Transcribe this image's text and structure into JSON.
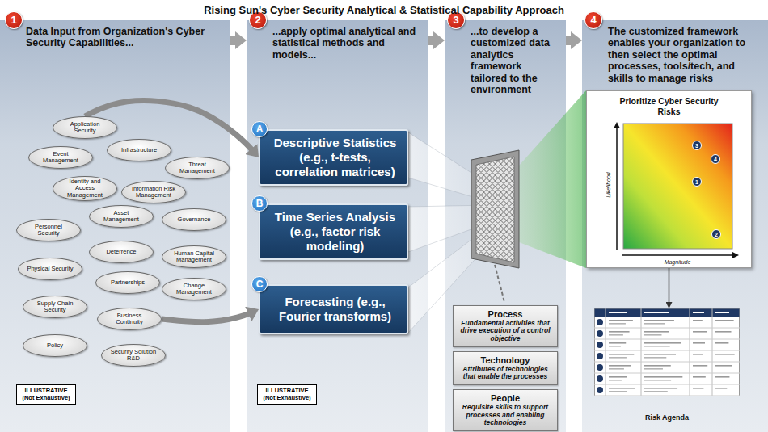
{
  "diagram": {
    "title": "Rising Sun's Cyber Security Analytical & Statistical Capability Approach",
    "nodes": [
      {
        "text": [
          "Data Input from Organization's Cyber Security Capabilities..."
        ]
      },
      {
        "text": [
          "Application Security"
        ],
        "in": 0
      },
      {
        "text": [
          "Event Management"
        ],
        "in": 0
      },
      {
        "text": [
          "Infrastructure"
        ],
        "in": 0
      },
      {
        "text": [
          "Threat Management"
        ],
        "in": 0
      },
      {
        "text": [
          "Identity and Access Management"
        ],
        "in": 0
      },
      {
        "text": [
          "Information Risk Management"
        ],
        "in": 0
      },
      {
        "text": [
          "Asset Management"
        ],
        "in": 0
      },
      {
        "text": [
          "Governance"
        ],
        "in": 0
      },
      {
        "text": [
          "Personnel Security"
        ],
        "in": 0
      },
      {
        "text": [
          "Deterrence"
        ],
        "in": 0
      },
      {
        "text": [
          "Human Capital Management"
        ],
        "in": 0
      },
      {
        "text": [
          "Physical Security"
        ],
        "in": 0
      },
      {
        "text": [
          "Partnerships"
        ],
        "in": 0
      },
      {
        "text": [
          "Change Management"
        ],
        "in": 0
      },
      {
        "text": [
          "Supply Chain Security"
        ],
        "in": 0
      },
      {
        "text": [
          "Business Continuity"
        ],
        "in": 0
      },
      {
        "text": [
          "Policy"
        ],
        "in": 0
      },
      {
        "text": [
          "Security Solution R&D"
        ],
        "in": 0
      },
      {
        "text": [
          "ILLUSTRATIVE (Not Exhaustive)"
        ],
        "in": 0
      },
      {
        "text": [
          "...apply optimal analytical and statistical methods and models..."
        ]
      },
      {
        "text": [
          "Descriptive Statistics (e.g., t-tests, correlation matrices)"
        ],
        "in": 20
      },
      {
        "text": [
          "Time Series Analysis (e.g., factor risk modeling)"
        ],
        "in": 20
      },
      {
        "text": [
          "Forecasting (e.g., Fourier transforms)"
        ],
        "in": 20
      },
      {
        "text": [
          "ILLUSTRATIVE (Not Exhaustive)"
        ],
        "in": 20
      },
      {
        "text": [
          "...to develop a customized data analytics framework tailored to the environment"
        ]
      },
      {
        "text": [
          "Process",
          "Fundamental activities that drive execution of a control objective"
        ],
        "in": 25
      },
      {
        "text": [
          "Technology",
          "Attributes of technologies that enable the processes"
        ],
        "in": 25
      },
      {
        "text": [
          "People",
          "Requisite skills to support processes and enabling technologies"
        ],
        "in": 25
      },
      {
        "text": [
          "The customized framework enables your organization to then select the optimal processes, tools/tech, and skills to manage risks"
        ]
      },
      {
        "text": [
          "Prioritize Cyber Security Risks"
        ],
        "in": 29
      },
      {
        "text": [
          "Risk Agenda"
        ],
        "in": 29
      }
    ],
    "edges": [
      {
        "from": 0,
        "to": 20,
        "arrow": "to"
      },
      {
        "from": 20,
        "to": 25,
        "arrow": "to"
      },
      {
        "from": 25,
        "to": 29,
        "arrow": "to"
      },
      {
        "from": 1,
        "to": 21,
        "arrow": "to"
      },
      {
        "from": 16,
        "to": 23,
        "arrow": "to"
      },
      {
        "from": 30,
        "to": 31,
        "arrow": "to"
      }
    ],
    "labels": [
      "1",
      "2",
      "3",
      "4",
      "A",
      "B",
      "C",
      "Likelihood",
      "Magnitude",
      "3",
      "4",
      "1",
      "2"
    ]
  }
}
